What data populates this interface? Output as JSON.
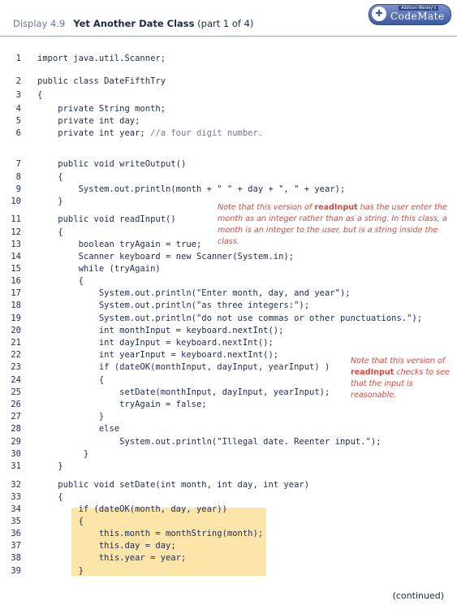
{
  "header": {
    "display_label": "Display 4.9",
    "title": "Yet Another Date Class",
    "part": "(part 1 of 4)",
    "logo_small_text": "Addison-Wesley's",
    "logo_text": "CodeMate",
    "logo_symbol": "✚"
  },
  "lines": [
    {
      "n": "1",
      "t": "import java.util.Scanner;"
    },
    {
      "n": "2",
      "t": "public class DateFifthTry"
    },
    {
      "n": "3",
      "t": "{"
    },
    {
      "n": "4",
      "t": "    private String month;"
    },
    {
      "n": "5",
      "t": "    private int day;"
    },
    {
      "n": "6",
      "t": "    private int year; ",
      "c": "//a four digit number."
    },
    {
      "n": "7",
      "t": "    public void writeOutput()"
    },
    {
      "n": "8",
      "t": "    {"
    },
    {
      "n": "9",
      "t": "        System.out.println(month + \" \" + day + \", \" + year);"
    },
    {
      "n": "10",
      "t": "    }"
    },
    {
      "n": "11",
      "t": "    public void readInput()"
    },
    {
      "n": "12",
      "t": "    {"
    },
    {
      "n": "13",
      "t": "        boolean tryAgain = true;"
    },
    {
      "n": "14",
      "t": "        Scanner keyboard = new Scanner(System.in);"
    },
    {
      "n": "15",
      "t": "        while (tryAgain)"
    },
    {
      "n": "16",
      "t": "        {"
    },
    {
      "n": "17",
      "t": "            System.out.println(\"Enter month, day, and year\");"
    },
    {
      "n": "18",
      "t": "            System.out.println(\"as three integers:\");"
    },
    {
      "n": "19",
      "t": "            System.out.println(\"do not use commas or other punctuations.\");"
    },
    {
      "n": "20",
      "t": "            int monthInput = keyboard.nextInt();"
    },
    {
      "n": "21",
      "t": "            int dayInput = keyboard.nextInt();"
    },
    {
      "n": "22",
      "t": "            int yearInput = keyboard.nextInt();"
    },
    {
      "n": "23",
      "t": "            if (dateOK(monthInput, dayInput, yearInput) )"
    },
    {
      "n": "24",
      "t": "            {"
    },
    {
      "n": "25",
      "t": "                setDate(monthInput, dayInput, yearInput);"
    },
    {
      "n": "26",
      "t": "                tryAgain = false;"
    },
    {
      "n": "27",
      "t": "            }"
    },
    {
      "n": "28",
      "t": "            else"
    },
    {
      "n": "29",
      "t": "                System.out.println(\"Illegal date. Reenter input.\");"
    },
    {
      "n": "30",
      "t": "         }"
    },
    {
      "n": "31",
      "t": "    }"
    },
    {
      "n": "32",
      "t": "    public void setDate(int month, int day, int year)"
    },
    {
      "n": "33",
      "t": "    {"
    },
    {
      "n": "34",
      "t": "        if (dateOK(month, day, year))"
    },
    {
      "n": "35",
      "t": "        {"
    },
    {
      "n": "36",
      "t": "            this.month = monthString(month);"
    },
    {
      "n": "37",
      "t": "            this.day = day;"
    },
    {
      "n": "38",
      "t": "            this.year = year;"
    },
    {
      "n": "39",
      "t": "        }"
    }
  ],
  "note1": {
    "a": "Note that this version of ",
    "b": "readInput",
    "c": " has the user enter the month as an integer rather than as a string. In this class, a month is an integer to the user, but is a string inside the class."
  },
  "note2": {
    "a": "Note that this version of ",
    "b": "readInput",
    "c": " checks to see that the input is reasonable."
  },
  "footer": {
    "continued": "(continued)"
  }
}
